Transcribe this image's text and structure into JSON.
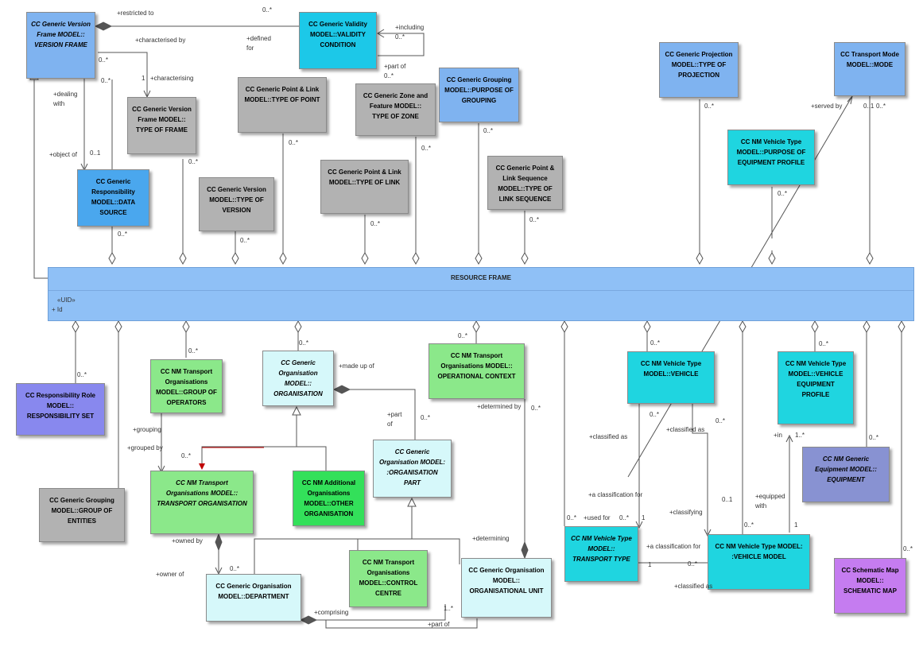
{
  "colors": {
    "blue": "#7fb3f0",
    "blue_dark": "#4aa7ee",
    "cyan": "#1fd5e0",
    "grey": "#b2b2b2",
    "green": "#8be88a",
    "green_dark": "#33e05a",
    "lightcyan": "#d6f8fa",
    "violet": "#8888ee",
    "purple": "#c57cf0",
    "lavender": "#8892d2",
    "resource_frame": "#8fc0f6"
  },
  "resource_frame": {
    "title": "RESOURCE FRAME",
    "stereotype": "«UID»",
    "attribute": "+   Id"
  },
  "boxes": {
    "version_frame": [
      "CC Generic Version",
      "Frame MODEL::",
      "VERSION FRAME"
    ],
    "validity": [
      "CC Generic Validity",
      "MODEL::VALIDITY",
      "CONDITION"
    ],
    "type_of_frame": [
      "CC Generic Version",
      "Frame MODEL::",
      "TYPE OF FRAME"
    ],
    "type_of_point": [
      "CC Generic Point & Link",
      "MODEL::TYPE OF POINT"
    ],
    "type_of_zone": [
      "CC Generic Zone and",
      "Feature MODEL::",
      "TYPE OF ZONE"
    ],
    "purpose_of_grouping": [
      "CC Generic Grouping",
      "MODEL::PURPOSE OF",
      "GROUPING"
    ],
    "type_of_projection": [
      "CC Generic Projection",
      "MODEL::TYPE OF",
      "PROJECTION"
    ],
    "mode": [
      "CC Transport Mode",
      "MODEL::MODE"
    ],
    "data_source": [
      "CC Generic",
      "Responsibility",
      "MODEL::DATA",
      "SOURCE"
    ],
    "type_of_version": [
      "CC Generic Version",
      "MODEL::TYPE OF",
      "VERSION"
    ],
    "type_of_link": [
      "CC Generic Point & Link",
      "MODEL::TYPE OF LINK"
    ],
    "type_of_link_sequence": [
      "CC Generic Point &",
      "Link Sequence",
      "MODEL::TYPE OF",
      "LINK SEQUENCE"
    ],
    "purpose_of_equipment_profile": [
      "CC NM Vehicle Type",
      "MODEL::PURPOSE OF",
      "EQUIPMENT PROFILE"
    ],
    "responsibility_set": [
      "CC Responsibility Role",
      "MODEL::",
      "RESPONSIBILITY SET"
    ],
    "group_of_operators": [
      "CC NM Transport",
      "Organisations",
      "MODEL::GROUP OF",
      "OPERATORS"
    ],
    "organisation": [
      "CC Generic",
      "Organisation",
      "MODEL::",
      "ORGANISATION"
    ],
    "operational_context": [
      "CC NM Transport",
      "Organisations MODEL::",
      "OPERATIONAL CONTEXT"
    ],
    "vehicle": [
      "CC NM Vehicle Type",
      "MODEL::VEHICLE"
    ],
    "vehicle_equipment_profile": [
      "CC NM Vehicle Type",
      "MODEL::VEHICLE",
      "EQUIPMENT",
      "PROFILE"
    ],
    "organisation_part": [
      "CC Generic",
      "Organisation MODEL:",
      ":ORGANISATION",
      "PART"
    ],
    "group_of_entities": [
      "CC Generic Grouping",
      "MODEL::GROUP OF",
      "ENTITIES"
    ],
    "transport_organisation": [
      "CC NM Transport",
      "Organisations MODEL::",
      "TRANSPORT ORGANISATION"
    ],
    "other_organisation": [
      "CC NM Additional",
      "Organisations",
      "MODEL::OTHER",
      "ORGANISATION"
    ],
    "equipment": [
      "CC NM Generic",
      "Equipment MODEL::",
      "EQUIPMENT"
    ],
    "transport_type": [
      "CC NM Vehicle Type",
      "MODEL::",
      "TRANSPORT TYPE"
    ],
    "vehicle_model": [
      "CC NM Vehicle Type MODEL:",
      ":VEHICLE MODEL"
    ],
    "control_centre": [
      "CC NM Transport",
      "Organisations",
      "MODEL::CONTROL",
      "CENTRE"
    ],
    "organisational_unit": [
      "CC Generic Organisation",
      "MODEL::",
      "ORGANISATIONAL UNIT"
    ],
    "department": [
      "CC Generic Organisation",
      "MODEL::DEPARTMENT"
    ],
    "schematic_map": [
      "CC Schematic Map",
      "MODEL::",
      "SCHEMATIC MAP"
    ]
  },
  "labels": [
    "+restricted to",
    "0..*",
    "+characterised by",
    "+defined",
    "for",
    "+including",
    "0..*",
    "+part of",
    "0..*",
    "0..*",
    "0..*",
    "1",
    "+characterising",
    "+dealing",
    "with",
    "+object of",
    "0..1",
    "0..*",
    "0..*",
    "0..*",
    "0..*",
    "0..*",
    "0..*",
    "0..*",
    "0..*",
    "+served by",
    "0..1",
    "0..*",
    "0..*",
    "0..*",
    "0..*",
    "+made up of",
    "0..*",
    "0..*",
    "0..*",
    "0..*",
    "+grouping",
    "+grouped by",
    "0..*",
    "+part",
    "of",
    "0..*",
    "+determined by",
    "0..*",
    "0..*",
    "+owned by",
    "+owner of",
    "0..*",
    "+comprising",
    "1..*",
    "+part of",
    "+determining",
    "0..*",
    "+classified as",
    "0..*",
    "+classified as",
    "+in",
    "1..*",
    "0..*",
    "+a classification for",
    "+used for",
    "0..*",
    "1",
    "+classifying",
    "0..1",
    "+equipped",
    "with",
    "0..*",
    "+a classification for",
    "1",
    "1",
    "0..*",
    "+classified as",
    "0..*",
    "0..*"
  ]
}
